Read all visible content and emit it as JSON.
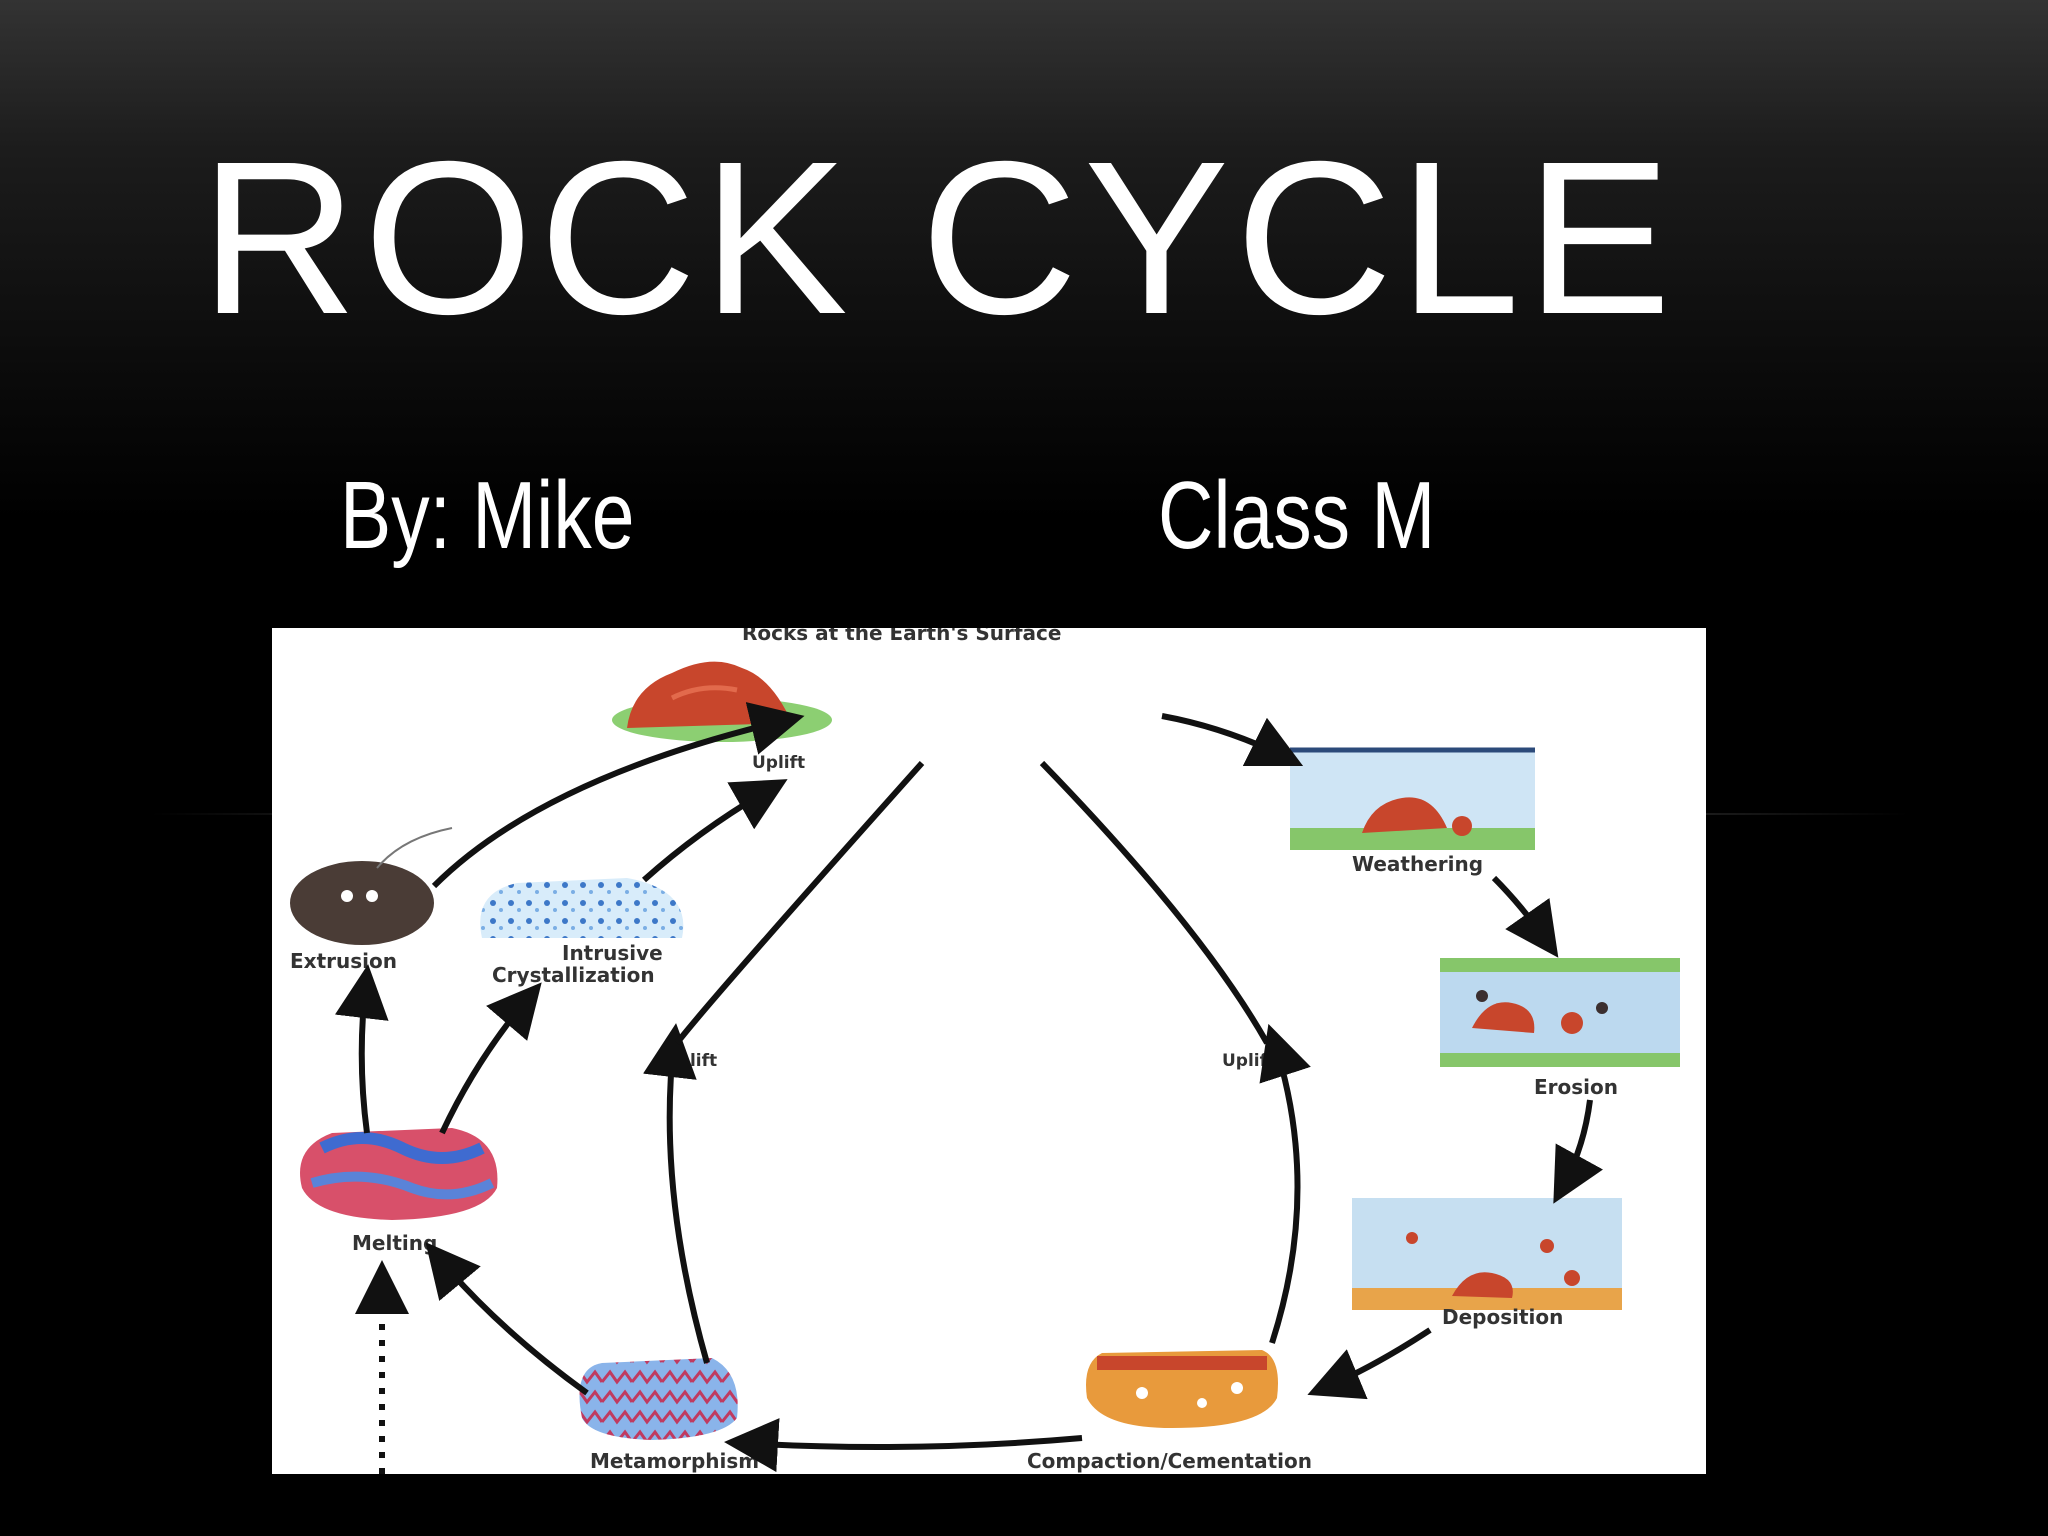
{
  "slide": {
    "title": "ROCK CYCLE",
    "author": "By: Mike",
    "class_label": "Class M"
  },
  "diagram": {
    "top_label": "Rocks at the Earth's Surface",
    "stages": {
      "weathering": "Weathering",
      "erosion": "Erosion",
      "deposition": "Deposition",
      "compaction": "Compaction/Cementation",
      "metamorphism": "Metamorphism",
      "melting": "Melting",
      "extrusion": "Extrusion",
      "intrusive_line1": "Intrusive",
      "intrusive_line2": "Crystallization"
    },
    "uplift_labels": [
      "Uplift",
      "Uplift",
      "Uplift"
    ]
  },
  "colors": {
    "background_top": "#333333",
    "background_bottom": "#000000",
    "text": "#ffffff",
    "rock_red": "#c0452a",
    "grass_green": "#7cc66a",
    "water_blue": "#9fc9e6",
    "sediment_orange": "#e89a3c",
    "metamorphic_blue": "#4f7fd0"
  }
}
